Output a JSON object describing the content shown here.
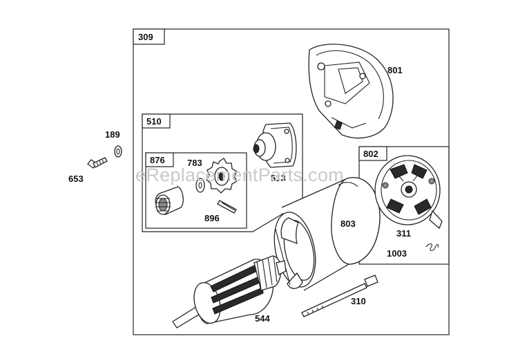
{
  "watermark": "eReplacementParts.com",
  "groups": [
    {
      "id": "group-309",
      "label": "309"
    },
    {
      "id": "group-510",
      "label": "510"
    },
    {
      "id": "group-876",
      "label": "876"
    },
    {
      "id": "group-802",
      "label": "802"
    }
  ],
  "parts": [
    {
      "id": "part-801",
      "label": "801",
      "name": "drive end cap"
    },
    {
      "id": "part-189",
      "label": "189",
      "name": "washer"
    },
    {
      "id": "part-653",
      "label": "653",
      "name": "screw"
    },
    {
      "id": "part-783",
      "label": "783",
      "name": "pinion gear"
    },
    {
      "id": "part-513",
      "label": "513",
      "name": "drive housing"
    },
    {
      "id": "part-896",
      "label": "896",
      "name": "roll pin"
    },
    {
      "id": "part-803",
      "label": "803",
      "name": "starter housing"
    },
    {
      "id": "part-311",
      "label": "311",
      "name": "brush"
    },
    {
      "id": "part-1003",
      "label": "1003",
      "name": "spring"
    },
    {
      "id": "part-310",
      "label": "310",
      "name": "through bolt"
    },
    {
      "id": "part-544",
      "label": "544",
      "name": "armature"
    }
  ]
}
